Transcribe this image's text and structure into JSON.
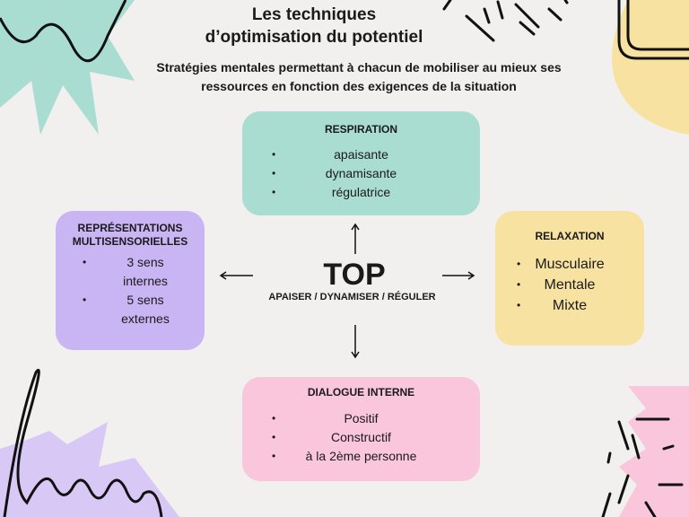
{
  "title_lines": [
    "Les techniques",
    "d’optimisation du potentiel"
  ],
  "subtitle_lines": [
    "Stratégies mentales permettant à chacun de mobiliser au mieux ses",
    "ressources en fonction des exigences de la situation"
  ],
  "center": {
    "label": "TOP",
    "subtitle": "APAISER / DYNAMISER / RÉGULER"
  },
  "boxes": {
    "respiration": {
      "title": "RESPIRATION",
      "items": [
        "apaisante",
        "dynamisante",
        "régulatrice"
      ],
      "color": "#a9ddd1"
    },
    "representations": {
      "title_lines": [
        "REPRÉSENTATIONS",
        "MULTISENSORIELLES"
      ],
      "items": [
        [
          "3 sens",
          "internes"
        ],
        [
          "5 sens",
          "externes"
        ]
      ],
      "color": "#c9b4f4"
    },
    "relaxation": {
      "title": "RELAXATION",
      "items": [
        "Musculaire",
        "Mentale",
        "Mixte"
      ],
      "color": "#f8e2a2"
    },
    "dialogue": {
      "title": "DIALOGUE INTERNE",
      "items": [
        "Positif",
        "Constructif",
        "à la 2ème personne"
      ],
      "color": "#f9c6dc"
    }
  },
  "bullet": "•"
}
